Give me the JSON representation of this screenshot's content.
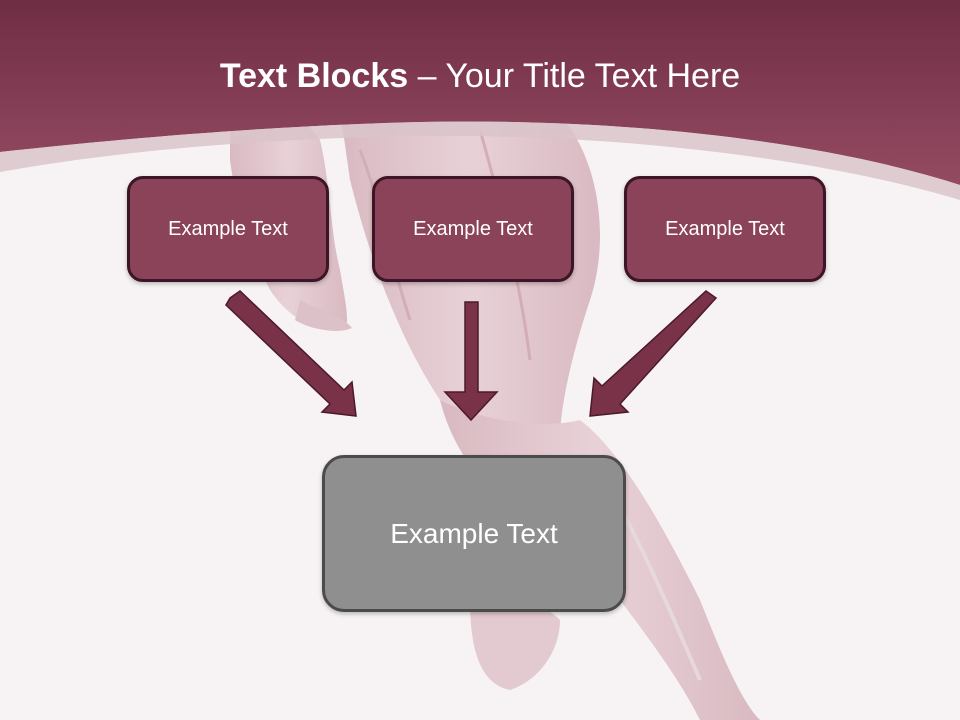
{
  "title": {
    "bold": "Text Blocks",
    "rest": " – Your Title Text Here"
  },
  "boxes": {
    "left": "Example Text",
    "middle": "Example Text",
    "right": "Example Text",
    "bottom": "Example Text"
  },
  "colors": {
    "header": "#8b3d55",
    "box_fill": "#8a4358",
    "box_border": "#3c1526",
    "arrow": "#7a3248",
    "bottom_box_fill": "#8f8f8f",
    "background": "#f7f3f4"
  }
}
